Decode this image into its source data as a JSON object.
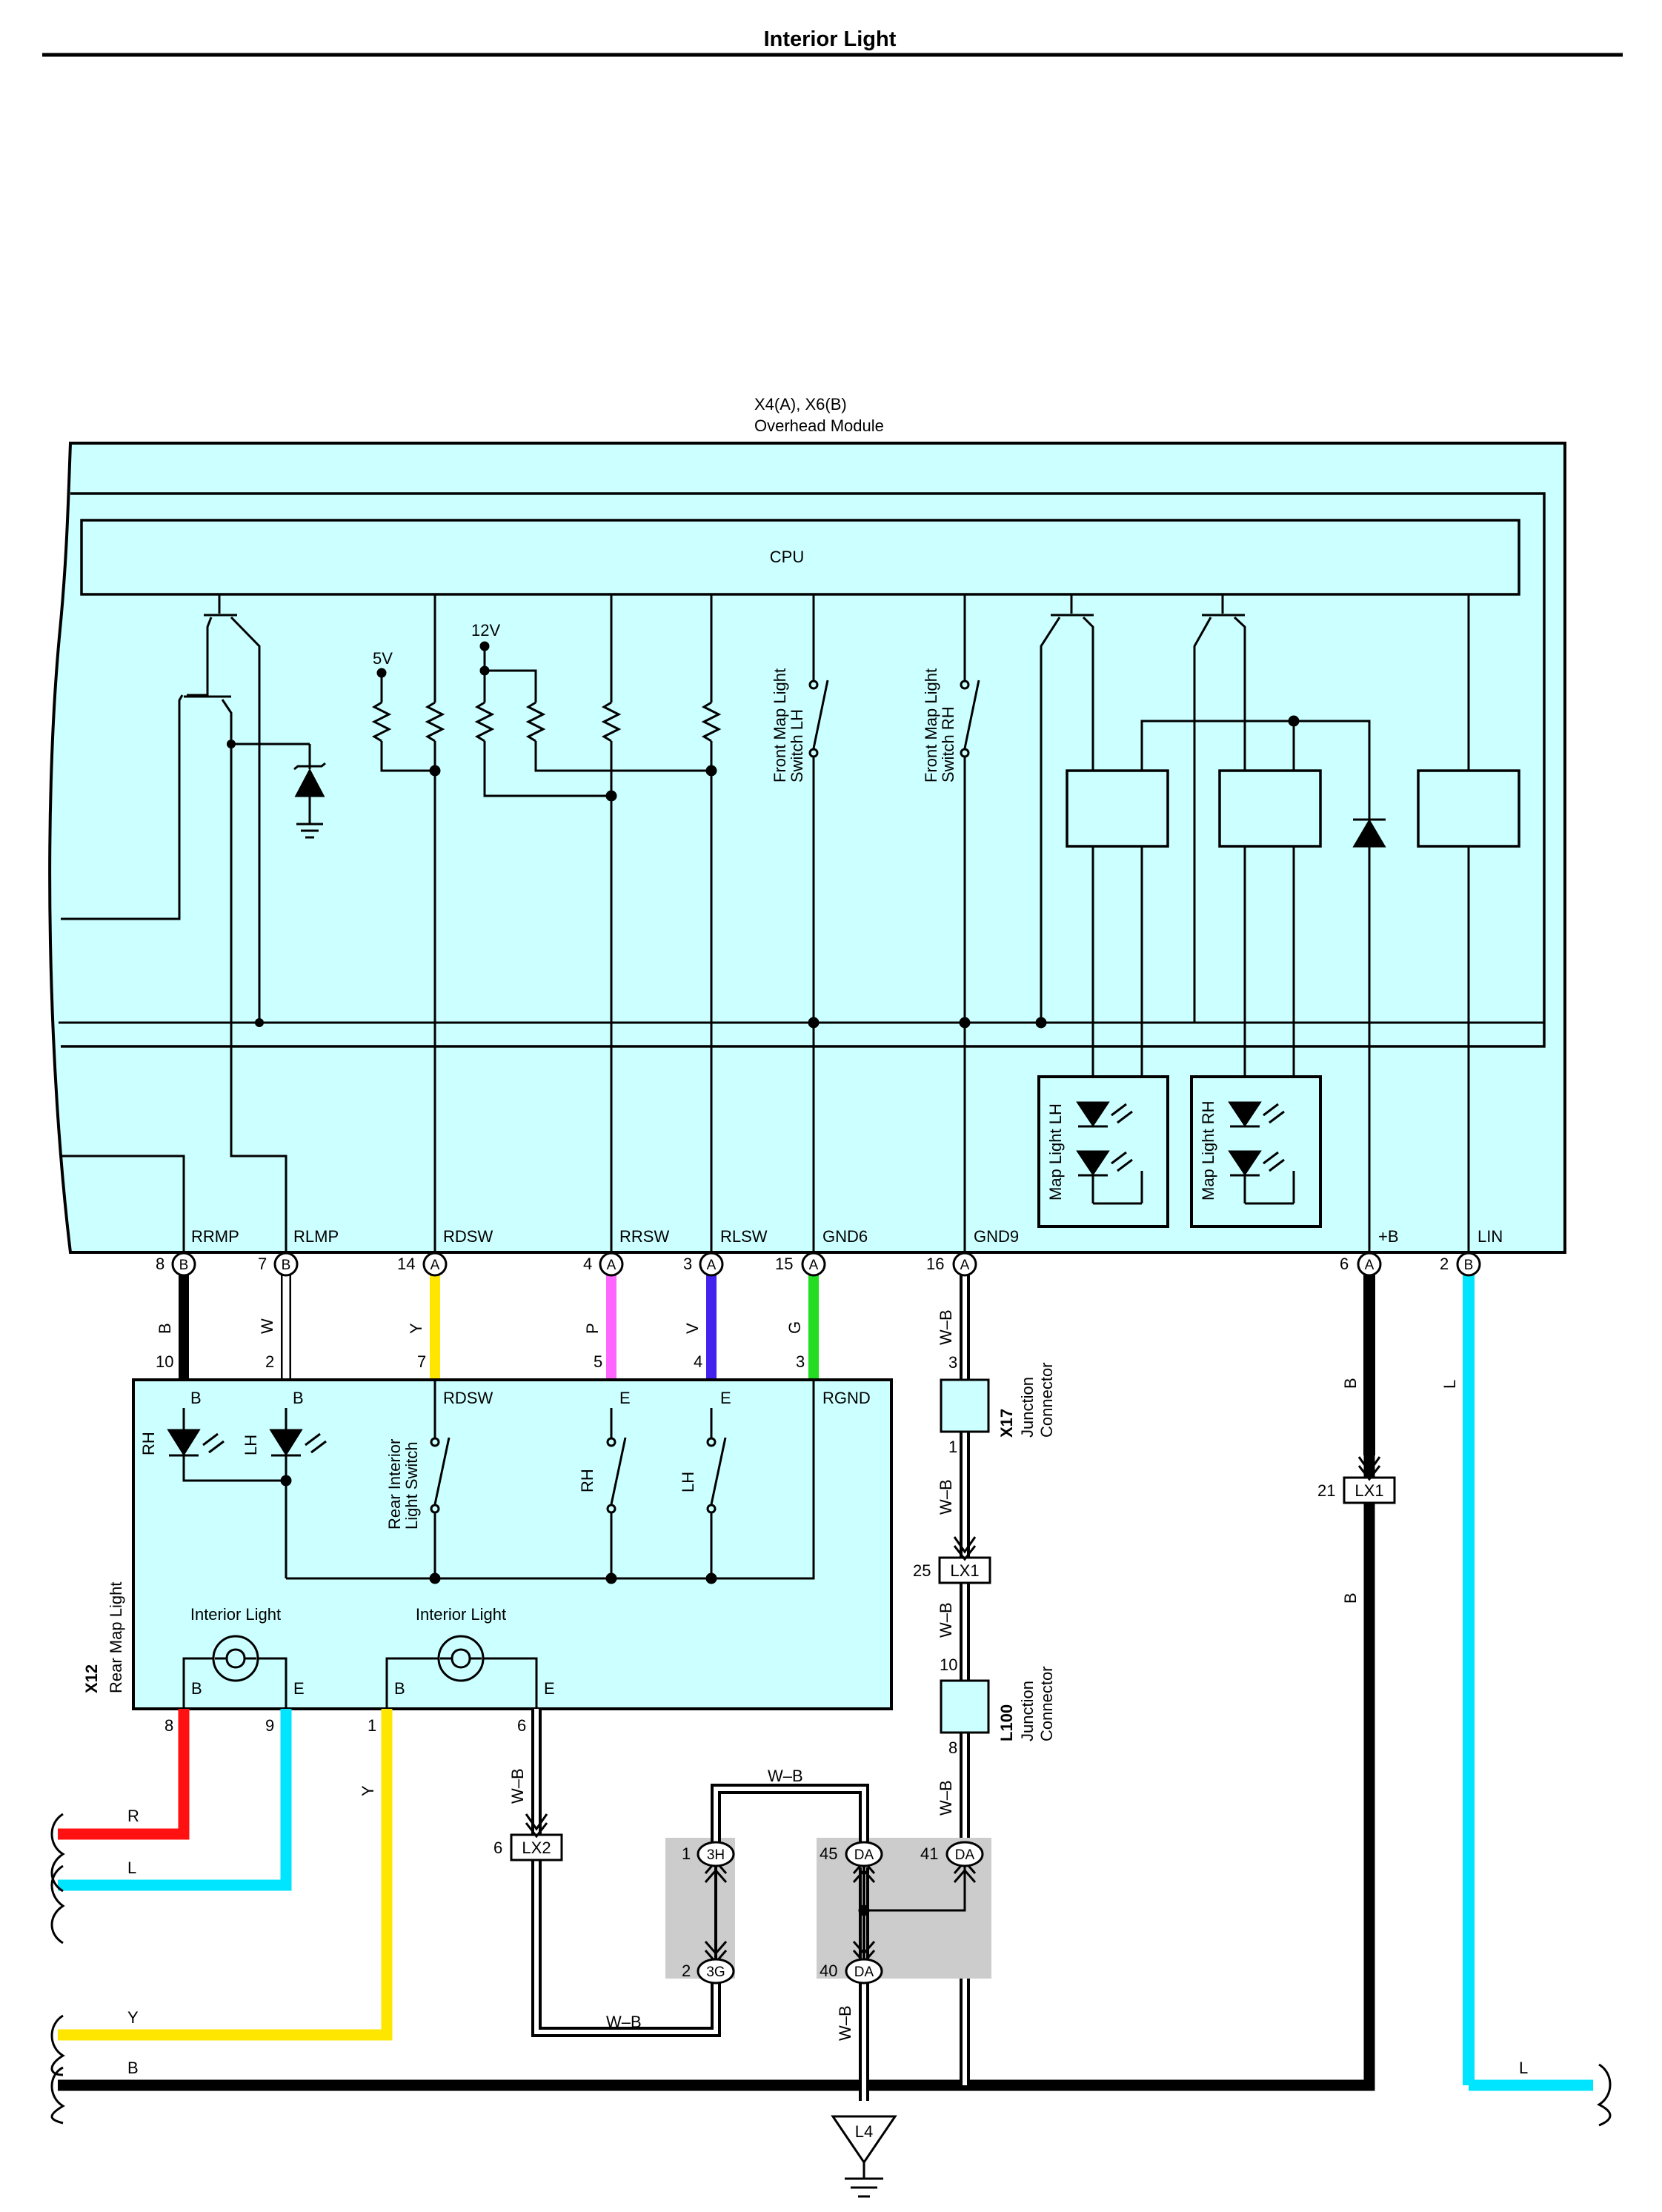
{
  "title": "Interior Light",
  "overhead": {
    "connector": "X4(A), X6(B)",
    "name": "Overhead Module",
    "cpu": "CPU",
    "v5": "5V",
    "v12": "12V",
    "front_lh": [
      "Front Map Light",
      "Switch LH"
    ],
    "front_rh": [
      "Front Map Light",
      "Switch RH"
    ],
    "map_lh": "Map Light LH",
    "map_rh": "Map Light RH"
  },
  "terminals": [
    {
      "name": "RRMP",
      "pin": "8",
      "conn": "B",
      "wire": "B",
      "color": "#000000",
      "pin2": "10"
    },
    {
      "name": "RLMP",
      "pin": "7",
      "conn": "B",
      "wire": "W",
      "color": "#ffffff",
      "pin2": "2"
    },
    {
      "name": "RDSW",
      "pin": "14",
      "conn": "A",
      "wire": "Y",
      "color": "#ffe600",
      "pin2": "7"
    },
    {
      "name": "RRSW",
      "pin": "4",
      "conn": "A",
      "wire": "P",
      "color": "#ff66ff",
      "pin2": "5"
    },
    {
      "name": "RLSW",
      "pin": "3",
      "conn": "A",
      "wire": "V",
      "color": "#4422ee",
      "pin2": "4"
    },
    {
      "name": "GND6",
      "pin": "15",
      "conn": "A",
      "wire": "G",
      "color": "#22dd22",
      "pin2": "3"
    },
    {
      "name": "GND9",
      "pin": "16",
      "conn": "A",
      "wire": "W–B",
      "pin2": "3"
    },
    {
      "name": "+B",
      "pin": "6",
      "conn": "A",
      "wire": "B"
    },
    {
      "name": "LIN",
      "pin": "2",
      "conn": "B",
      "wire": "L"
    }
  ],
  "rear": {
    "connector": "X12",
    "name": "Rear Map Light",
    "labels": {
      "b1": "B",
      "b2": "B",
      "rdsw": "RDSW",
      "e1": "E",
      "e2": "E",
      "rgnd": "RGND"
    },
    "rh": "RH",
    "lh": "LH",
    "switch_label": [
      "Rear Interior",
      "Light Switch"
    ],
    "interior_light": "Interior Light",
    "lamp_b": "B",
    "lamp_e": "E",
    "bottom_pins": [
      "8",
      "9",
      "1",
      "6"
    ]
  },
  "junctions": {
    "x17": {
      "id": "X17",
      "name": [
        "Junction",
        "Connector"
      ],
      "pin_top": "3",
      "pin_bottom": "1"
    },
    "l100": {
      "id": "L100",
      "name": [
        "Junction",
        "Connector"
      ],
      "pin_top": "10",
      "pin_bottom": "8"
    },
    "lx1_left": {
      "id": "LX1",
      "pin": "25"
    },
    "lx1_right": {
      "id": "LX1",
      "pin": "21"
    },
    "lx2": {
      "id": "LX2",
      "pin": "6"
    },
    "g3h": {
      "id": "3H",
      "pin": "1"
    },
    "g3g": {
      "id": "3G",
      "pin": "2"
    },
    "da45": {
      "id": "DA",
      "pin": "45"
    },
    "da41": {
      "id": "DA",
      "pin": "41"
    },
    "da40": {
      "id": "DA",
      "pin": "40"
    },
    "ground": "L4"
  },
  "wires": {
    "wb": "W–B",
    "r": "R",
    "l": "L",
    "y": "Y",
    "b": "B"
  }
}
